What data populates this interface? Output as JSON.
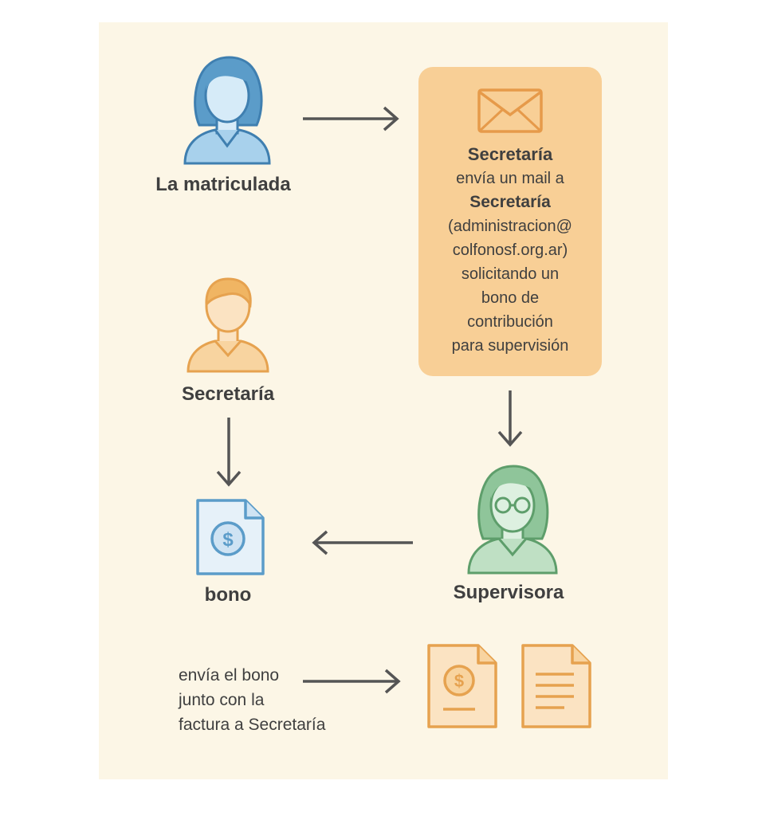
{
  "matriculada": {
    "label": "La matriculada",
    "color": "#5b9cc9"
  },
  "mail_card": {
    "title": "Secretaría",
    "line1": "envía un mail a",
    "line2": "Secretaría",
    "line3": "(administracion@",
    "line4": "colfonosf.org.ar)",
    "line5": "solicitando un",
    "line6": "bono de",
    "line7": "contribución",
    "line8": "para supervisión",
    "color": "#f8cf96",
    "icon": "envelope-icon"
  },
  "secretaria": {
    "label": "Secretaría",
    "color": "#f0b563"
  },
  "supervisora": {
    "label": "Supervisora",
    "color": "#7fb98a"
  },
  "bono": {
    "label": "bono",
    "icon": "dollar-document-icon",
    "color": "#5b9cc9"
  },
  "note": {
    "line1": "envía el bono",
    "line2": "junto con la",
    "line3": "factura a Secretaría"
  },
  "documents": [
    {
      "icon": "dollar-document-icon"
    },
    {
      "icon": "invoice-document-icon"
    }
  ],
  "colors": {
    "background": "#fcf6e6",
    "arrow": "#555555",
    "text": "#3f3f3f"
  }
}
